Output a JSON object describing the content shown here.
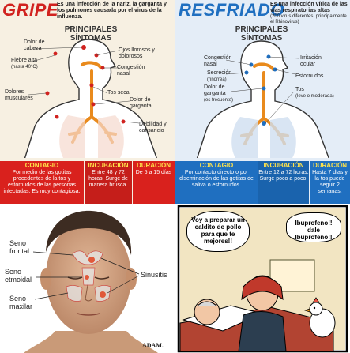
{
  "gripe": {
    "title": "GRIPE",
    "subtitle": "Es una infección de la nariz, la garganta y los pulmones causada por el virus de la influenza.",
    "heading": "PRINCIPALES SÍNTOMAS",
    "symptoms": {
      "dolor_cabeza": "Dolor de cabeza",
      "fiebre": "Fiebre alta",
      "fiebre_note": "(hasta 40°C)",
      "dolores_musculares": "Dolores musculares",
      "ojos": "Ojos llorosos y dolorosos",
      "congestion": "Congestión nasal",
      "tos": "Tos seca",
      "garganta": "Dolor de garganta",
      "debilidad": "Debilidad y cansancio"
    },
    "contagio_h": "CONTAGIO",
    "contagio": "Por medio de las gotitas procedentes de la tos y estornudos de las personas infectadas. Es muy contagiosa.",
    "incubacion_h": "INCUBACIÓN",
    "incubacion": "Entre 48 y 72 horas. Surge de manera brusca.",
    "duracion_h": "DURACIÓN",
    "duracion": "De 5 a 15 días"
  },
  "resfriado": {
    "title": "RESFRIADO",
    "subtitle": "Es una infección vírica de las vías respiratorias altas",
    "subtitle_note": "(200 virus diferentes, principalmente el Rhinovirus)",
    "heading": "PRINCIPALES SÍNTOMAS",
    "symptoms": {
      "congestion": "Congestión nasal",
      "secrecion": "Secreción",
      "secrecion_note": "(rinorrea)",
      "garganta": "Dolor de garganta",
      "garganta_note": "(es frecuente)",
      "irritacion": "Irritación ocular",
      "estornudos": "Estornudos",
      "tos": "Tos",
      "tos_note": "(leve o moderada)"
    },
    "contagio_h": "CONTAGIO",
    "contagio": "Por contacto directo o por diseminación de las gotitas de saliva o estornudos.",
    "incubacion_h": "INCUBACIÓN",
    "incubacion": "Entre 12 a 72 horas. Surge poco a poco.",
    "duracion_h": "DURACIÓN",
    "duracion": "Hasta 7 días y la tos puede seguir 2 semanas."
  },
  "sinus": {
    "frontal": "Seno frontal",
    "etmoidal": "Seno etmoidal",
    "maxilar": "Seno maxilar",
    "sinusitis": "Sinusitis",
    "credit": "ADAM."
  },
  "comic": {
    "bubble1": "Voy a preparar un caldito de pollo para que te mejores!!",
    "bubble2": "Ibuprofeno!! dale Ibuprofeno!!"
  },
  "colors": {
    "gripe": "#d1221f",
    "gripe_bar": "#d9211d",
    "resfriado_bar": "#1f6fc0",
    "accent": "#e98a1c"
  }
}
